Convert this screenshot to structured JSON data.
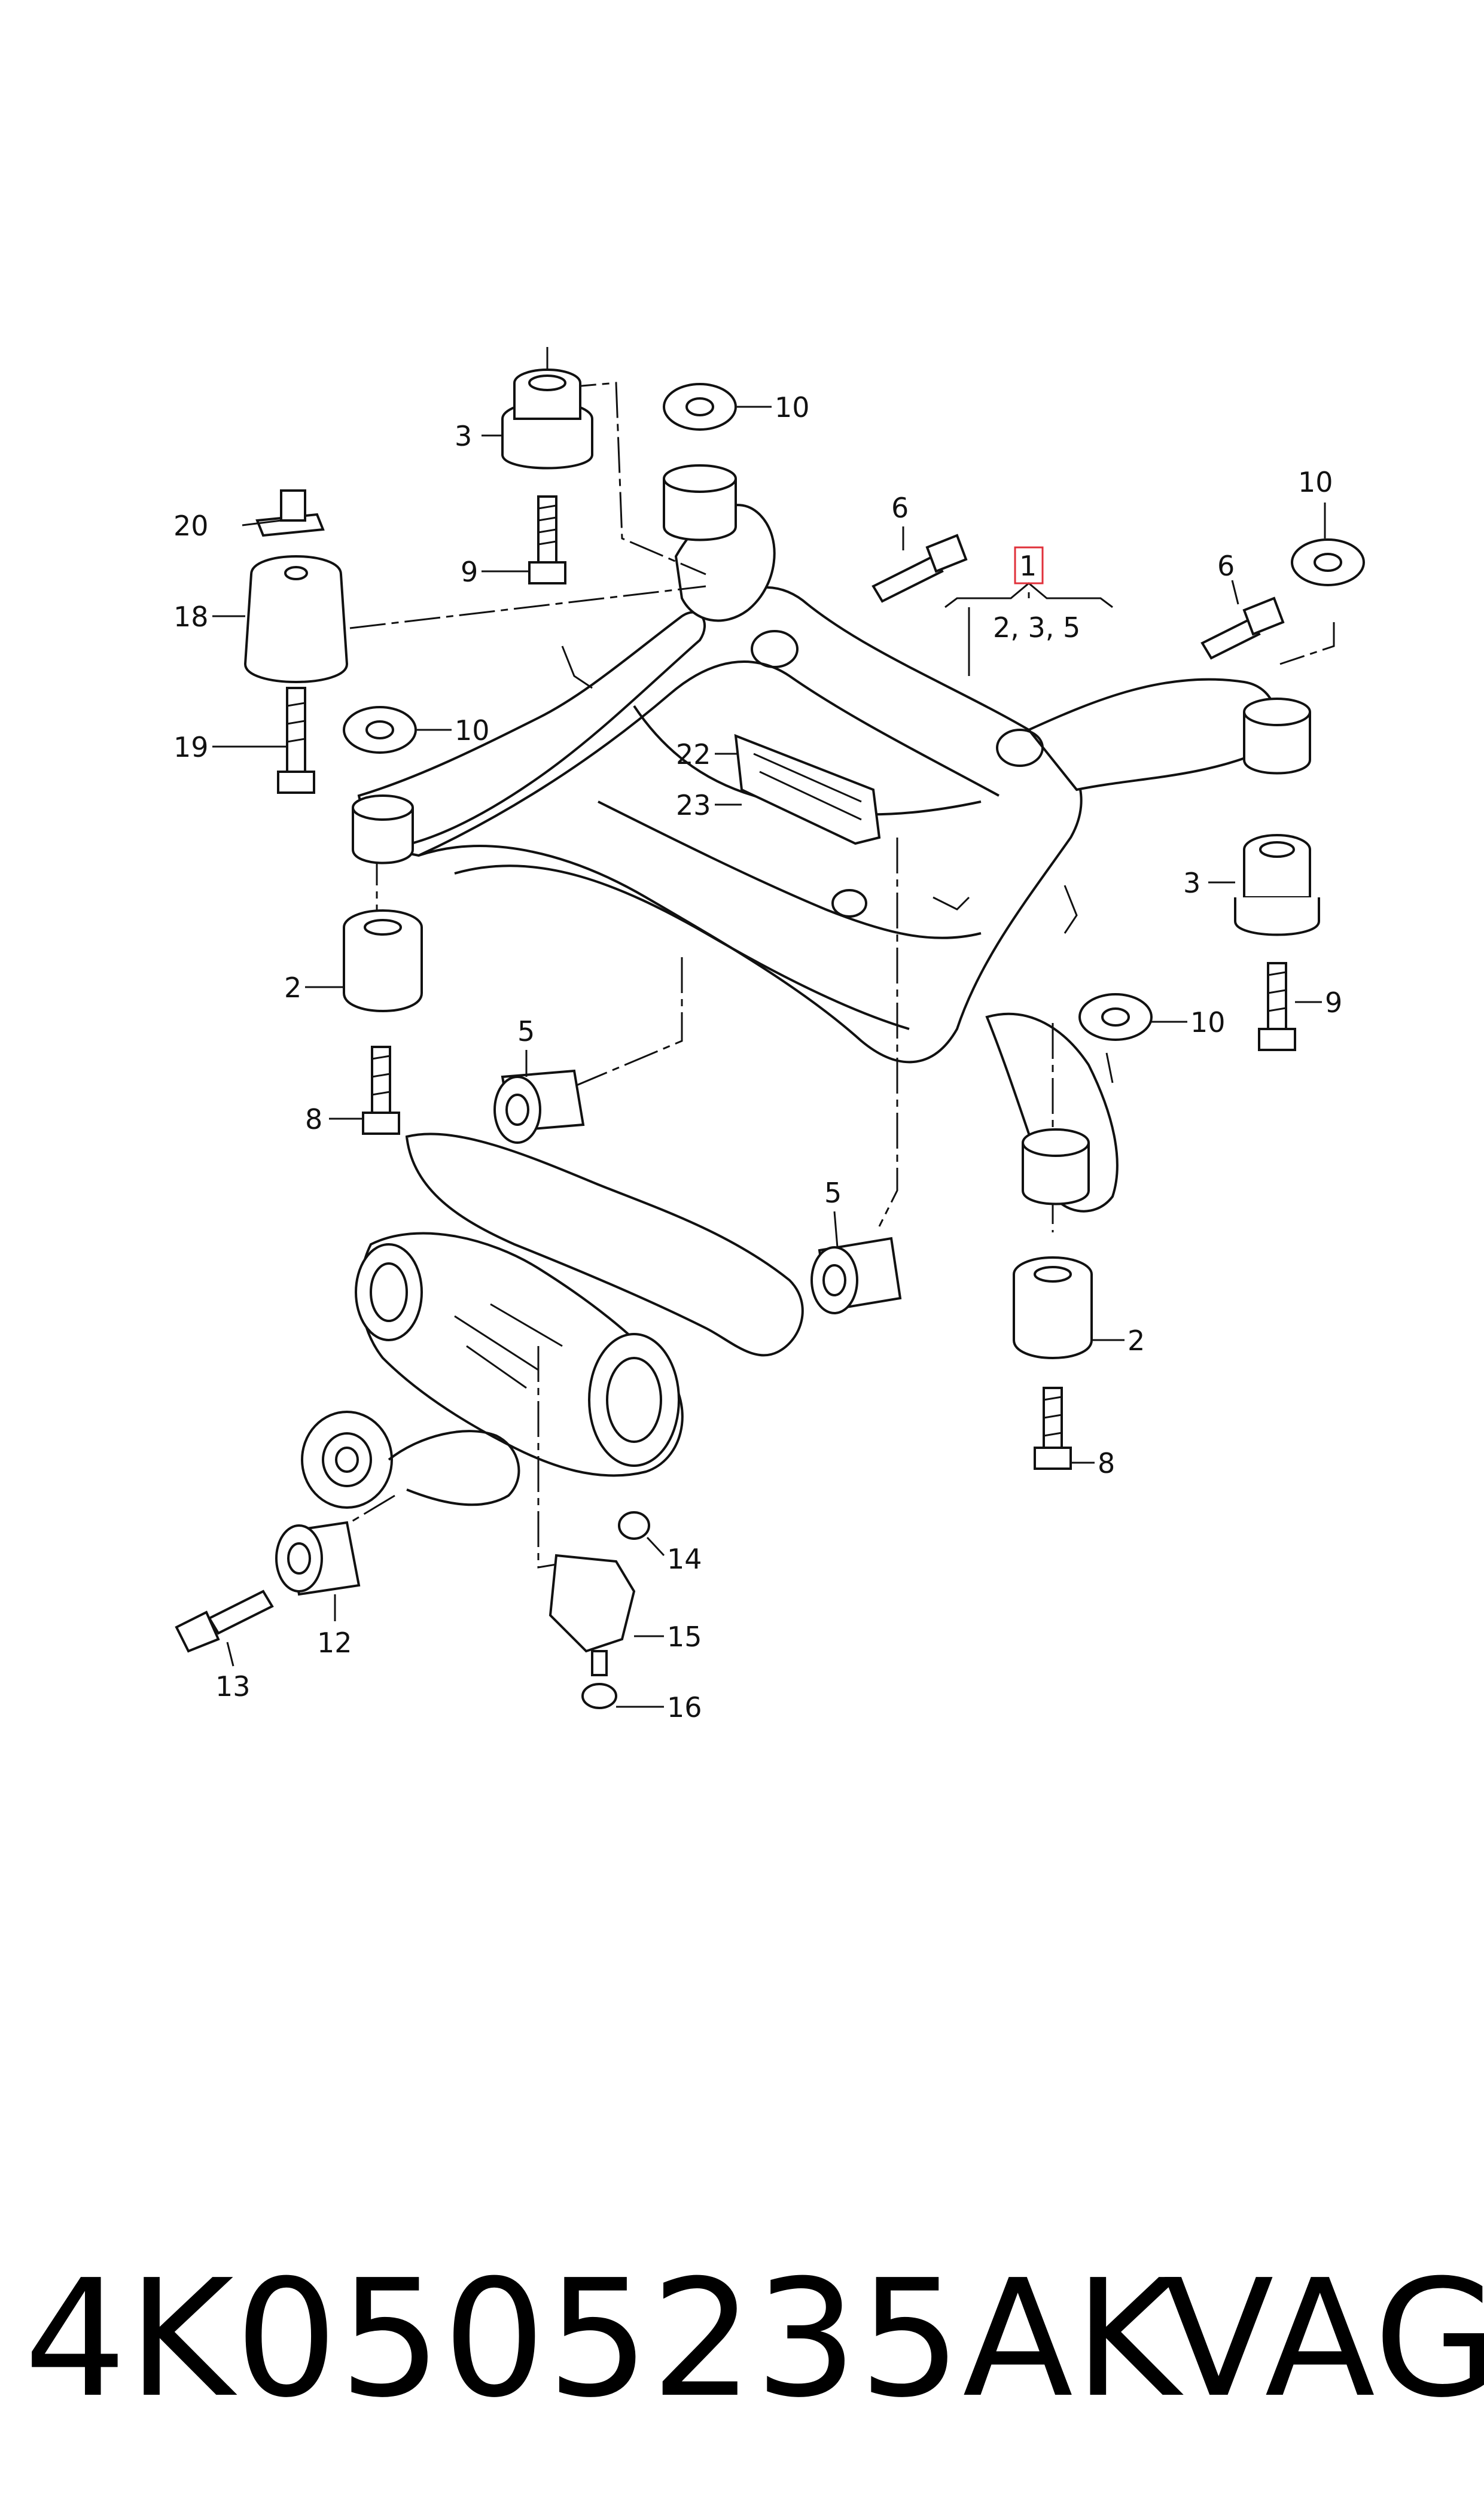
{
  "callouts": {
    "c1": "1",
    "c1_sub": "2, 3, 5",
    "c2_left": "2",
    "c2_right": "2",
    "c3_left": "3",
    "c3_right": "3",
    "c5_left": "5",
    "c5_right": "5",
    "c6_left": "6",
    "c6_right": "6",
    "c8_left": "8",
    "c8_right": "8",
    "c9_left": "9",
    "c9_right": "9",
    "c10_top": "10",
    "c10_left": "10",
    "c10_right_top": "10",
    "c10_right_mid": "10",
    "c12": "12",
    "c13": "13",
    "c14": "14",
    "c15": "15",
    "c16": "16",
    "c18": "18",
    "c19": "19",
    "c20": "20",
    "c22": "22",
    "c23": "23"
  },
  "footer": {
    "part_number": "4K0505235AK",
    "brand": "VAG"
  },
  "colors": {
    "line": "#111111",
    "highlight": "#e0303a",
    "background": "#ffffff"
  }
}
